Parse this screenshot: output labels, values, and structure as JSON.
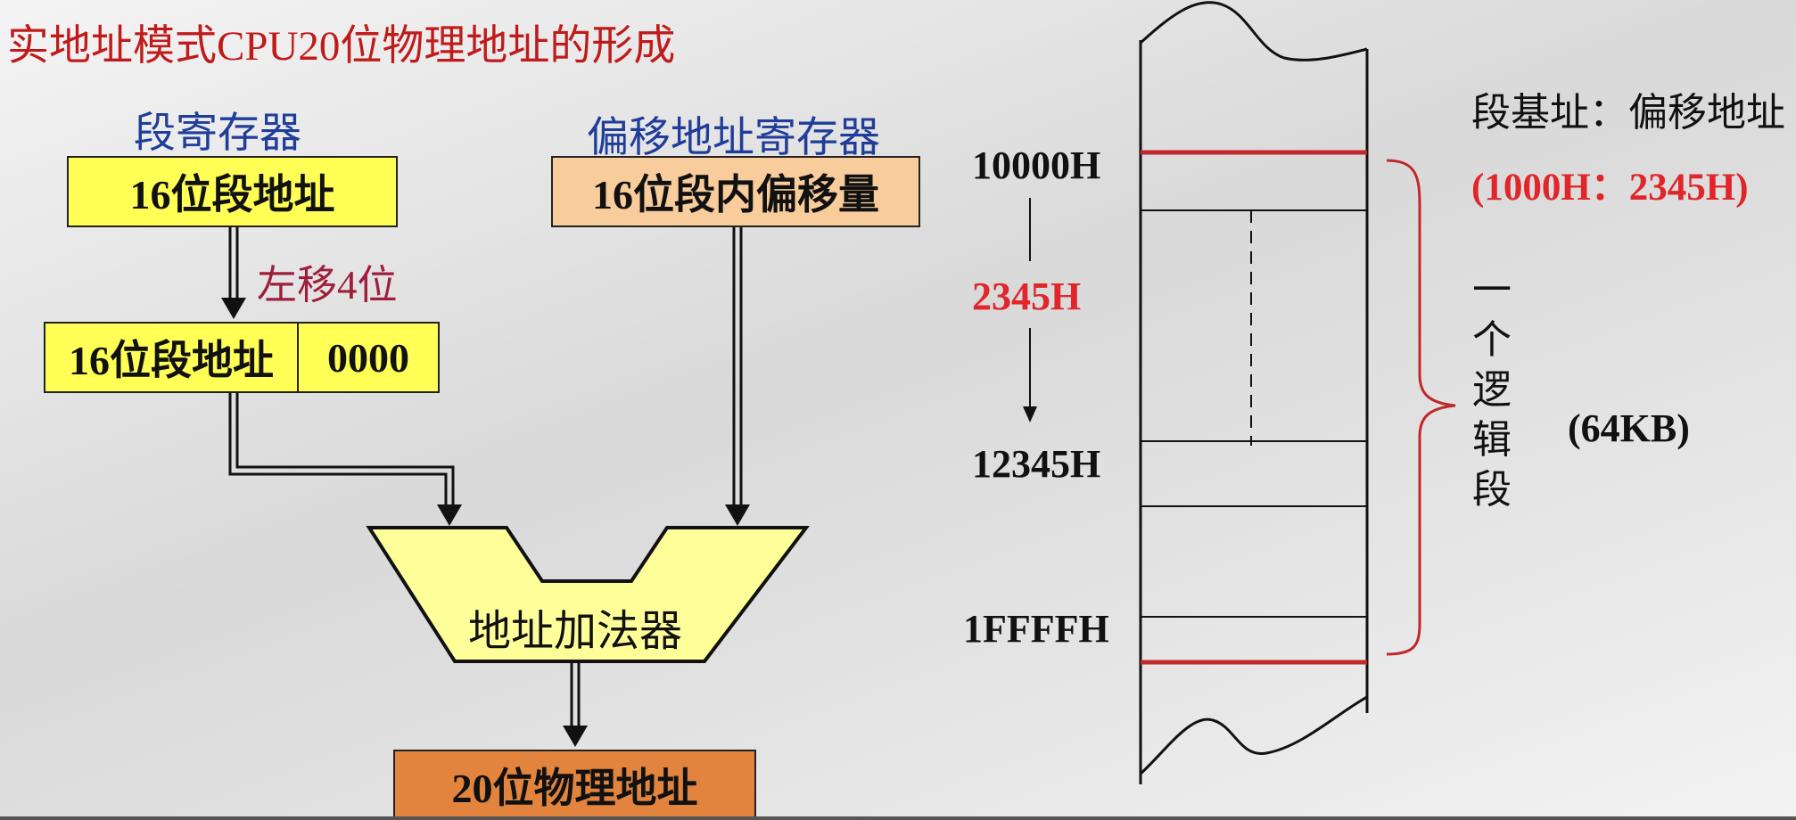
{
  "title": "实地址模式CPU20位物理地址的形成",
  "left": {
    "seg_reg_label": "段寄存器",
    "seg_box": "16位段地址",
    "shift_label": "左移4位",
    "shifted_seg": "16位段地址",
    "shifted_zeros": "0000",
    "offset_reg_label": "偏移地址寄存器",
    "offset_box": "16位段内偏移量",
    "adder": "地址加法器",
    "physical": "20位物理地址"
  },
  "right": {
    "addr_start": "10000H",
    "offset": "2345H",
    "addr_target": "12345H",
    "addr_end": "1FFFFH",
    "format_label": "段基址：偏移地址",
    "format_example": "(1000H：2345H)",
    "logical_segment": "一个逻辑段",
    "size": "(64KB)"
  },
  "colors": {
    "yellow_box": "#ffff55",
    "peach_box": "#f9cc9c",
    "orange_box": "#e2843e",
    "adder_fill": "#ffff99",
    "red_line": "#c0282a",
    "blue_text": "#1f3d99"
  }
}
